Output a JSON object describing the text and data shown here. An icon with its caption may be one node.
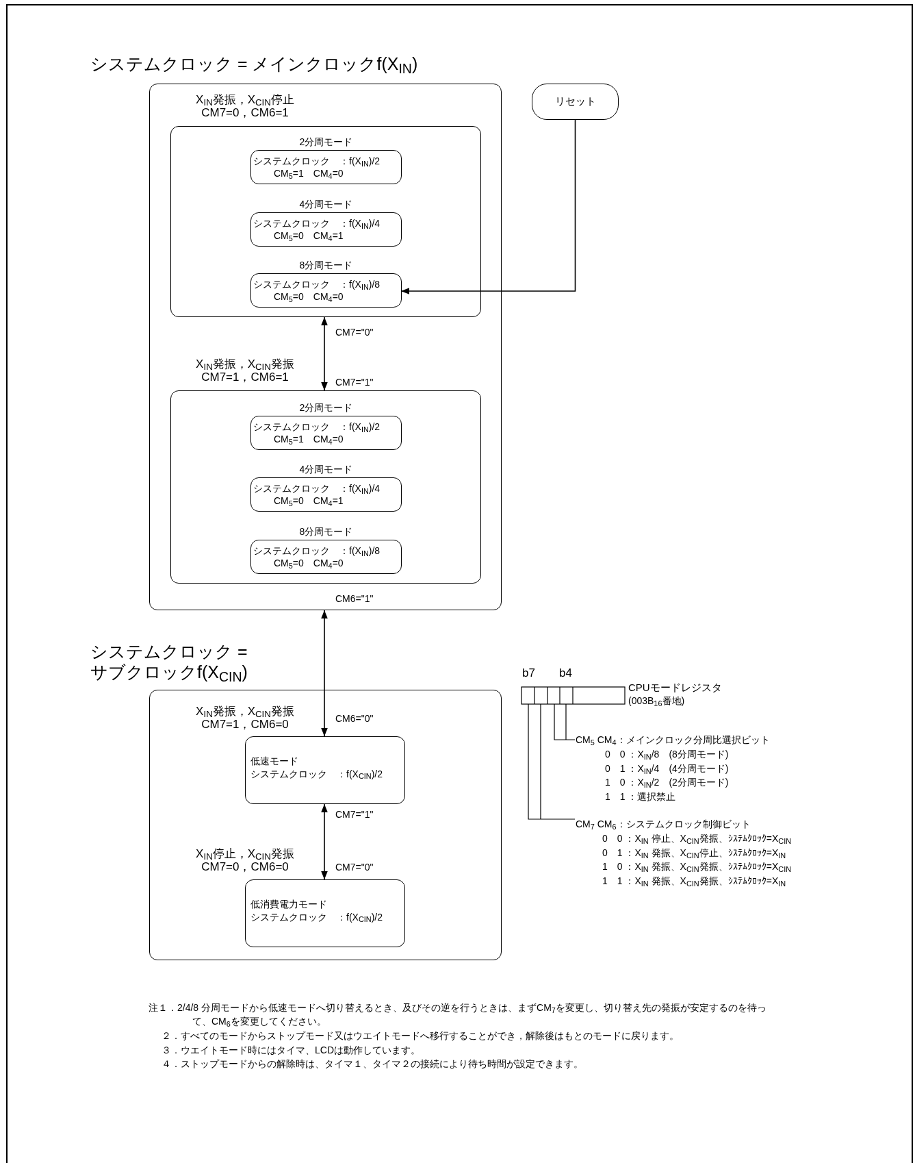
{
  "diagram": {
    "nodes": [
      {
        "text": [
          "システムクロック = メインクロックf(X$_{IN}$)"
        ]
      },
      {
        "text": [],
        "shape": "box",
        "in": 0,
        "beside": [
          "X$_{IN}$発振，X$_{CIN}$停止 CM7=0，CM6=1"
        ]
      },
      {
        "text": [
          "2分周モード",
          "システムクロック　：f(X$_{IN}$)/2",
          "CM$_{5}$=1　CM$_{4}$=0"
        ],
        "in": 1
      },
      {
        "text": [
          "4分周モード",
          "システムクロック　：f(X$_{IN}$)/4",
          "CM$_{5}$=0　CM$_{4}$=1"
        ],
        "in": 1
      },
      {
        "text": [
          "8分周モード",
          "システムクロック　：f(X$_{IN}$)/8",
          "CM$_{5}$=0　CM$_{4}$=0"
        ],
        "in": 1
      },
      {
        "text": [],
        "shape": "box",
        "in": 0,
        "beside": [
          "X$_{IN}$発振，X$_{CIN}$発振 CM7=1，CM6=1"
        ]
      },
      {
        "text": [
          "2分周モード",
          "システムクロック　：f(X$_{IN}$)/2",
          "CM$_{5}$=1　CM$_{4}$=0"
        ],
        "in": 5
      },
      {
        "text": [
          "4分周モード",
          "システムクロック　：f(X$_{IN}$)/4",
          "CM$_{5}$=0　CM$_{4}$=1"
        ],
        "in": 5
      },
      {
        "text": [
          "8分周モード",
          "システムクロック　：f(X$_{IN}$)/8",
          "CM$_{5}$=0　CM$_{4}$=0"
        ],
        "in": 5
      },
      {
        "text": [
          "リセット"
        ]
      },
      {
        "text": [
          "システムクロック = サブクロックf(X$_{CIN}$)"
        ]
      },
      {
        "text": [
          "低速モード",
          "システムクロック　：f(X$_{CIN}$)/2"
        ],
        "in": 10,
        "beside": [
          "X$_{IN}$発振，X$_{CIN}$発振 CM7=1，CM6=0"
        ]
      },
      {
        "text": [
          "低消費電力モード",
          "システムクロック　：f(X$_{CIN}$)/2"
        ],
        "in": 10,
        "beside": [
          "X$_{IN}$停止，X$_{CIN}$発振 CM7=0，CM6=0"
        ]
      }
    ],
    "edges": [
      {
        "from": 9,
        "to": 4,
        "arrow": "to"
      },
      {
        "from": 1,
        "to": 5,
        "arrow": "both",
        "label": "CM7=\"0\""
      },
      {
        "from": 0,
        "to": 11,
        "arrow": "both",
        "label": "CM6=\"0\""
      },
      {
        "from": 11,
        "to": 12,
        "arrow": "both",
        "label": "CM7=\"1\""
      }
    ],
    "labels": [
      "CM7=\"1\"",
      "CM6=\"1\"",
      "CM7=\"0\"",
      "b7",
      "b4",
      "CPUモードレジスタ",
      "(003B$_{16}$番地)",
      "CM$_{5}$ CM$_{4}$：メインクロック分周比選択ビット",
      "0　0 ：X$_{IN}$/8　(8分周モード)",
      "0　1 ：X$_{IN}$/4　(4分周モード)",
      "1　0 ：X$_{IN}$/2　(2分周モード)",
      "1　1 ：選択禁止",
      "CM$_{7}$ CM$_{6}$：システムクロック制御ビット",
      "0　0 ：X$_{IN}$ 停止、X$_{CIN}$発振、ｼｽﾃﾑｸﾛｯｸ=X$_{CIN}$",
      "0　1 ：X$_{IN}$ 発振、X$_{CIN}$停止、ｼｽﾃﾑｸﾛｯｸ=X$_{IN}$",
      "1　0 ：X$_{IN}$ 発振、X$_{CIN}$発振、ｼｽﾃﾑｸﾛｯｸ=X$_{CIN}$",
      "1　1 ：X$_{IN}$ 発振、X$_{CIN}$発振、ｼｽﾃﾑｸﾛｯｸ=X$_{IN}$",
      "注１．2/4/8 分周モードから低速モードへ切り替えるとき、及びその逆を行うときは、まずCM$_{7}$を変更し、切り替え先の発振が安定するのを待って、CM$_{6}$を変更してください。",
      "２．すべてのモードからストップモード又はウエイトモードへ移行することができ，解除後はもとのモードに戻ります。",
      "３．ウエイトモード時にはタイマ、LCDは動作しています。",
      "４．ストップモードからの解除時は、タイマ１、タイマ２の接続により待ち時間が設定できます。"
    ]
  }
}
